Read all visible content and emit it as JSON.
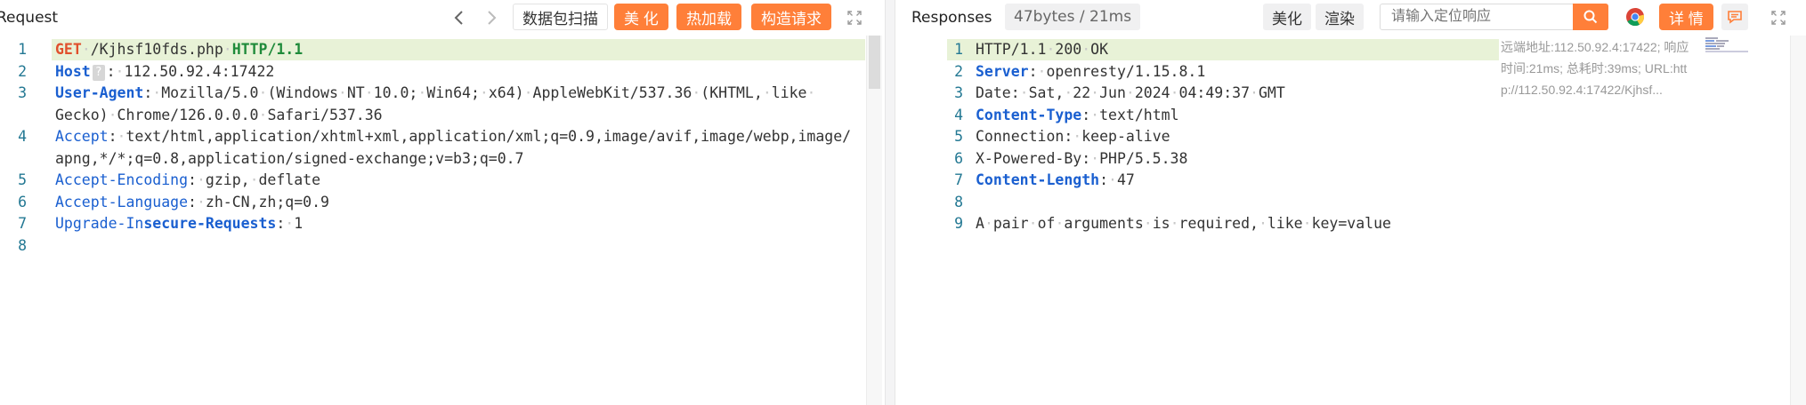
{
  "request": {
    "title": "Request",
    "toolbar": {
      "scan_label": "数据包扫描",
      "beautify_label": "美 化",
      "hotload_label": "热加载",
      "construct_label": "构造请求"
    },
    "lines": [
      {
        "num": "1",
        "tokens": [
          {
            "t": "GET",
            "c": "k-method"
          },
          {
            "t": "·/Kjhsf10fds.php·",
            "c": "k-val"
          },
          {
            "t": "HTTP/1.1",
            "c": "k-proto"
          }
        ]
      },
      {
        "num": "2",
        "tokens": [
          {
            "t": "Host",
            "c": "k-keyb"
          },
          {
            "t": "?",
            "c": "badge"
          },
          {
            "t": ":·112.50.92.4:17422",
            "c": "k-val"
          }
        ]
      },
      {
        "num": "3",
        "tokens": [
          {
            "t": "User-Agent",
            "c": "k-keyb"
          },
          {
            "t": ":·Mozilla/5.0·(Windows·NT·10.0;·Win64;·x64)·AppleWebKit/537.36·(KHTML,·like·",
            "c": "k-val"
          }
        ]
      },
      {
        "num": "",
        "tokens": [
          {
            "t": "Gecko)·Chrome/126.0.0.0·Safari/537.36",
            "c": "k-val"
          }
        ]
      },
      {
        "num": "4",
        "tokens": [
          {
            "t": "Accept",
            "c": "k-key"
          },
          {
            "t": ":·text/html,application/xhtml+xml,application/xml;q=0.9,image/avif,image/webp,image/",
            "c": "k-val"
          }
        ]
      },
      {
        "num": "",
        "tokens": [
          {
            "t": "apng,*/*;q=0.8,application/signed-exchange;v=b3;q=0.7",
            "c": "k-val"
          }
        ]
      },
      {
        "num": "5",
        "tokens": [
          {
            "t": "Accept-Encoding",
            "c": "k-key"
          },
          {
            "t": ":·gzip,·deflate",
            "c": "k-val"
          }
        ]
      },
      {
        "num": "6",
        "tokens": [
          {
            "t": "Accept-Language",
            "c": "k-key"
          },
          {
            "t": ":·zh-CN,zh;q=0.9",
            "c": "k-val"
          }
        ]
      },
      {
        "num": "7",
        "tokens": [
          {
            "t": "Upgrade-In",
            "c": "k-key"
          },
          {
            "t": "secure-Requests",
            "c": "k-keyb"
          },
          {
            "t": ":·1",
            "c": "k-val"
          }
        ]
      },
      {
        "num": "8",
        "tokens": []
      }
    ]
  },
  "response": {
    "title": "Responses",
    "size_time": "47bytes / 21ms",
    "toolbar": {
      "beautify_label": "美化",
      "render_label": "渲染",
      "search_placeholder": "请输入定位响应",
      "detail_label": "详 情"
    },
    "info": {
      "line1": "远端地址:112.50.92.4:17422; 响应",
      "line2": "时间:21ms; 总耗时:39ms; URL:htt",
      "line3": "p://112.50.92.4:17422/Kjhsf..."
    },
    "lines": [
      {
        "num": "1",
        "tokens": [
          {
            "t": "HTTP/1.1·200·OK",
            "c": "k-val"
          }
        ]
      },
      {
        "num": "2",
        "tokens": [
          {
            "t": "Server",
            "c": "k-keyb"
          },
          {
            "t": ":·openresty/1.15.8.1",
            "c": "k-val"
          }
        ]
      },
      {
        "num": "3",
        "tokens": [
          {
            "t": "Date:·Sat,·22·Jun·2024·04:49:37·GMT",
            "c": "k-val"
          }
        ]
      },
      {
        "num": "4",
        "tokens": [
          {
            "t": "Content-Type",
            "c": "k-keyb"
          },
          {
            "t": ":·text/html",
            "c": "k-val"
          }
        ]
      },
      {
        "num": "5",
        "tokens": [
          {
            "t": "Connection:·keep-alive",
            "c": "k-val"
          }
        ]
      },
      {
        "num": "6",
        "tokens": [
          {
            "t": "X-Powered-By:·PHP/5.5.38",
            "c": "k-val"
          }
        ]
      },
      {
        "num": "7",
        "tokens": [
          {
            "t": "Content-Length",
            "c": "k-keyb"
          },
          {
            "t": ":·47",
            "c": "k-val"
          }
        ]
      },
      {
        "num": "8",
        "tokens": []
      },
      {
        "num": "9",
        "tokens": [
          {
            "t": "A·pair·of·arguments·is·required,·like·key=value",
            "c": "k-val"
          }
        ]
      }
    ]
  },
  "colors": {
    "accent": "#ff7f39",
    "line_highlight": "#e8f2d7",
    "line_number": "#237893",
    "key_blue": "#1a5fd0",
    "method_red": "#e0502d",
    "proto_green": "#1e8a3a"
  },
  "icons": [
    "chevron-left-icon",
    "chevron-right-icon",
    "expand-icon",
    "search-icon",
    "chrome-icon",
    "comment-icon"
  ]
}
